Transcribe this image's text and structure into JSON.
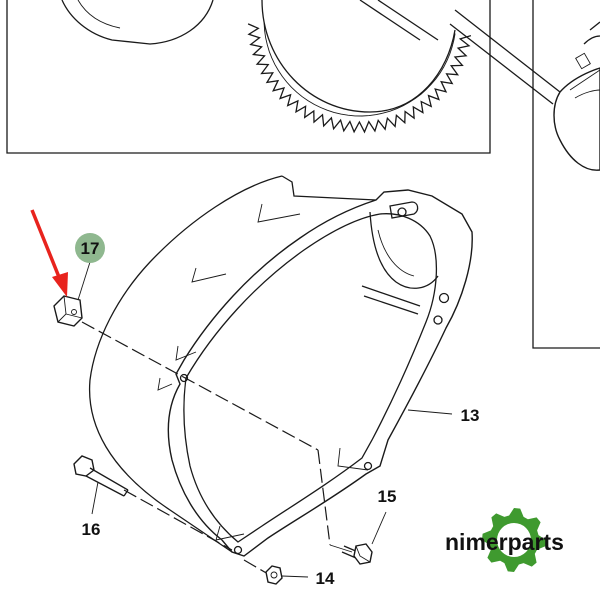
{
  "diagram": {
    "callouts": [
      {
        "id": "17",
        "highlighted": true
      },
      {
        "id": "13"
      },
      {
        "id": "15"
      },
      {
        "id": "16"
      },
      {
        "id": "14"
      }
    ],
    "highlight_color": "#8fb88f",
    "arrow_color": "#e8231d"
  },
  "logo": {
    "text": "nimerparts",
    "text_color": "#111111",
    "gear_color": "#3f9a2f"
  }
}
